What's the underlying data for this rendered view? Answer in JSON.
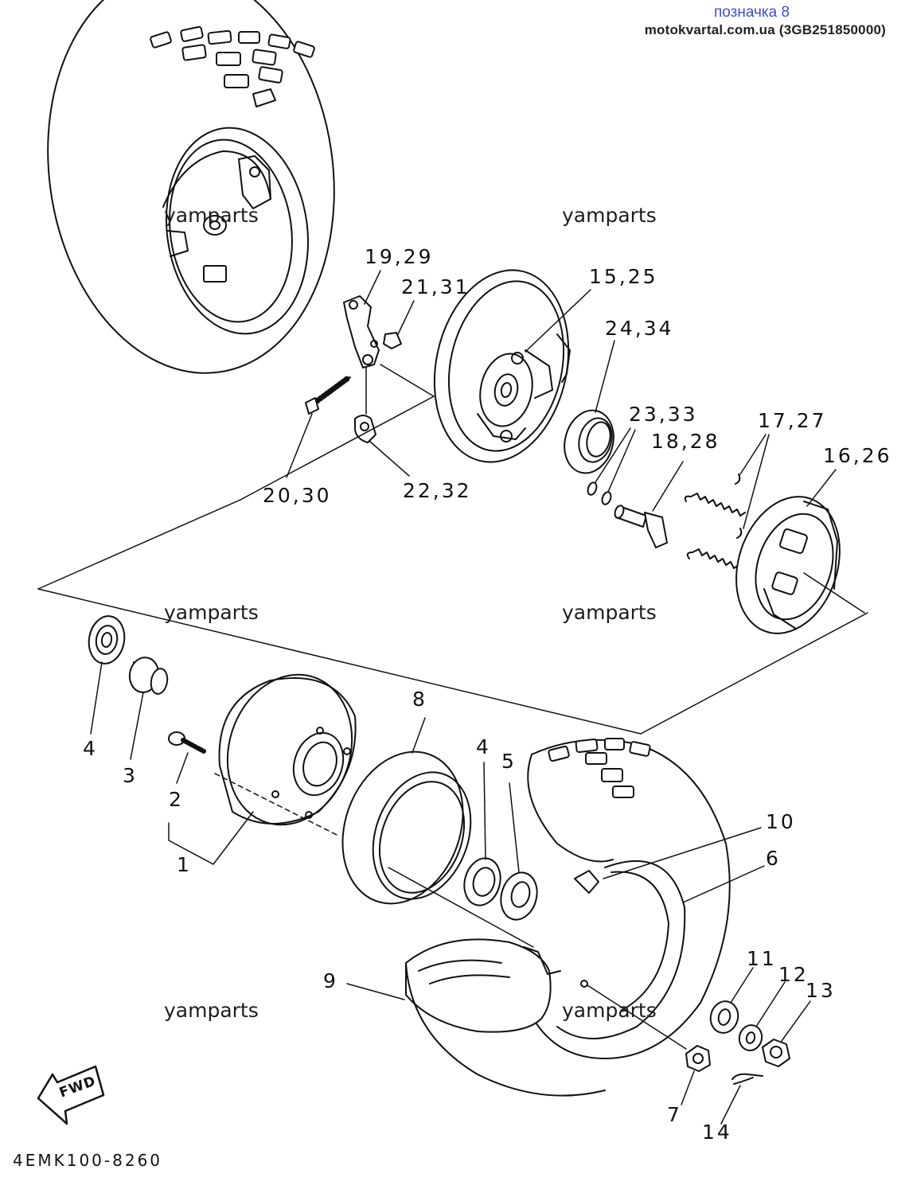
{
  "header": {
    "tag": "позначка 8",
    "source": "motokvartal.com.ua (3GB251850000)"
  },
  "watermark": "yamparts",
  "diagram_code": "4EMK100-8260",
  "fwd_label": "FWD",
  "part_labels": {
    "p1": "1",
    "p2": "2",
    "p3": "3",
    "p4a": "4",
    "p4b": "4",
    "p5": "5",
    "p6": "6",
    "p7": "7",
    "p8": "8",
    "p9": "9",
    "p10": "10",
    "p11": "11",
    "p12": "12",
    "p13": "13",
    "p14": "14",
    "p15": "15,25",
    "p16": "16,26",
    "p17": "17,27",
    "p18": "18,28",
    "p19": "19,29",
    "p20": "20,30",
    "p21": "21,31",
    "p22": "22,32",
    "p23": "23,33",
    "p24": "24,34"
  }
}
